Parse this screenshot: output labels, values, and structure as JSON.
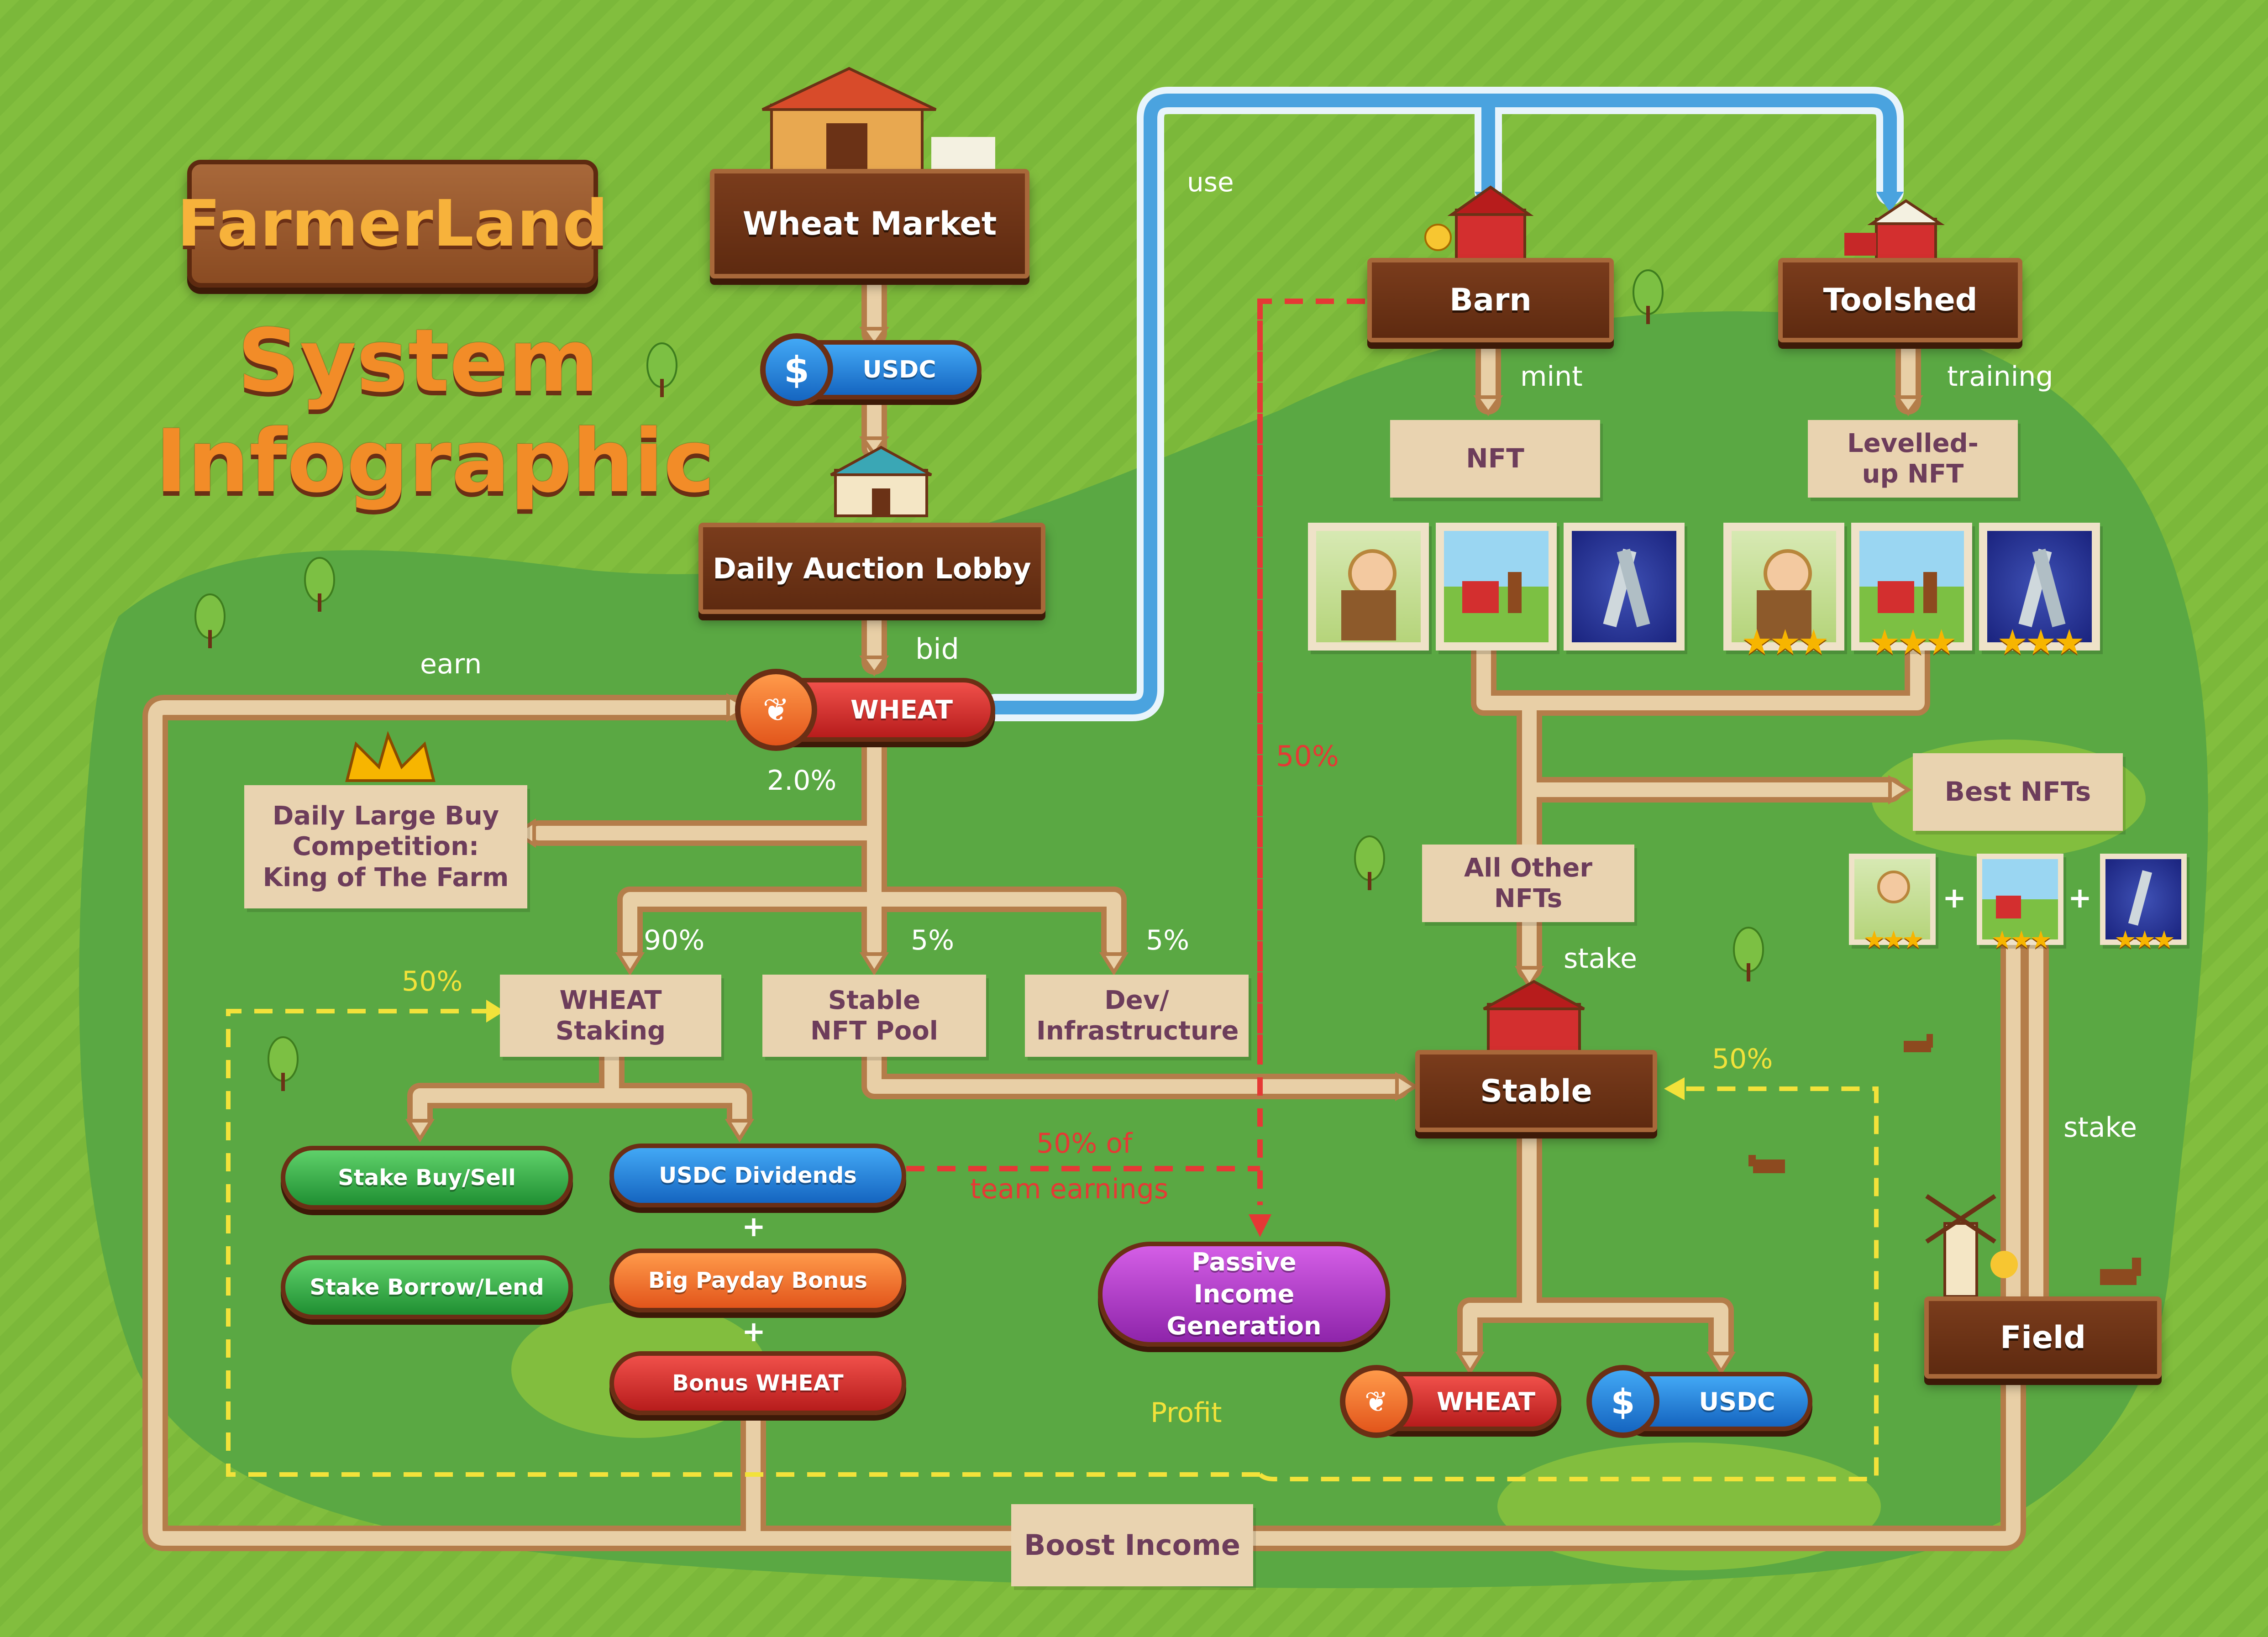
{
  "title": {
    "logo": "FarmerLand",
    "line1": "System",
    "line2": "Infographic"
  },
  "nodes": {
    "wheat_market": "Wheat Market",
    "daily_auction_lobby": "Daily Auction Lobby",
    "barn": "Barn",
    "toolshed": "Toolshed",
    "stable": "Stable",
    "field": "Field"
  },
  "tokens": {
    "usdc": "USDC",
    "wheat": "WHEAT"
  },
  "boxes": {
    "nft": "NFT",
    "levelled_up_nft": "Levelled-up NFT",
    "best_nfts": "Best NFTs",
    "all_other_nfts": "All Other NFTs",
    "daily_large_buy": "Daily Large Buy Competition: King of The Farm",
    "wheat_staking": "WHEAT Staking",
    "stable_nft_pool": "Stable NFT Pool",
    "dev_infrastructure": "Dev/ Infrastructure",
    "boost_income": "Boost Income"
  },
  "pills": {
    "stake_buy_sell": "Stake Buy/Sell",
    "stake_borrow_lend": "Stake Borrow/Lend",
    "usdc_dividends": "USDC Dividends",
    "big_payday_bonus": "Big Payday Bonus",
    "bonus_wheat": "Bonus WHEAT",
    "passive_income": "Passive Income Generation"
  },
  "edge_labels": {
    "use": "use",
    "mint": "mint",
    "training": "training",
    "bid": "bid",
    "earn": "earn",
    "pct_2": "2.0%",
    "pct_90": "90%",
    "pct_5a": "5%",
    "pct_5b": "5%",
    "pct_50_staking": "50%",
    "pct_50_red": "50%",
    "pct_50_stable": "50%",
    "team_earnings_1": "50% of",
    "team_earnings_2": "team earnings",
    "stake_1": "stake",
    "stake_2": "stake",
    "profit": "Profit",
    "plus": "+"
  },
  "colors": {
    "background": "#8cc63f",
    "path_beige": "#e8cfa6",
    "path_blue": "#4aa3df",
    "wood": "#6b3216",
    "red_dash": "#e53935",
    "yellow_dash": "#f2e23a"
  }
}
